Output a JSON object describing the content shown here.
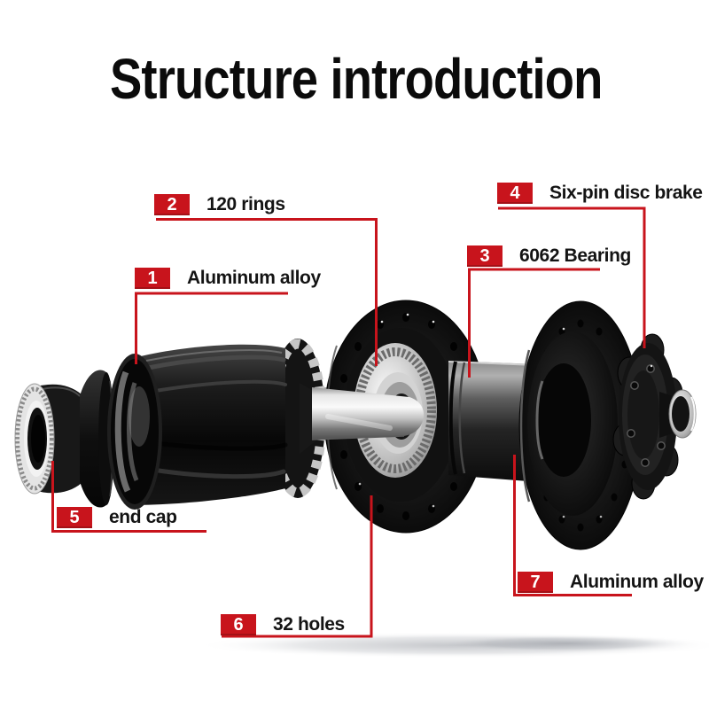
{
  "page": {
    "title": "Structure introduction",
    "background": "#ffffff"
  },
  "colors": {
    "accent_red": "#c8141c",
    "label_text": "#141414",
    "title_text": "#0b0b0b",
    "number_text": "#ffffff"
  },
  "diagram": {
    "labels": [
      {
        "number": "1",
        "text": "Aluminum alloy"
      },
      {
        "number": "2",
        "text": "120 rings"
      },
      {
        "number": "3",
        "text": "6062 Bearing"
      },
      {
        "number": "4",
        "text": "Six-pin disc brake"
      },
      {
        "number": "5",
        "text": "end cap"
      },
      {
        "number": "6",
        "text": "32 holes"
      },
      {
        "number": "7",
        "text": "Aluminum alloy"
      }
    ]
  }
}
